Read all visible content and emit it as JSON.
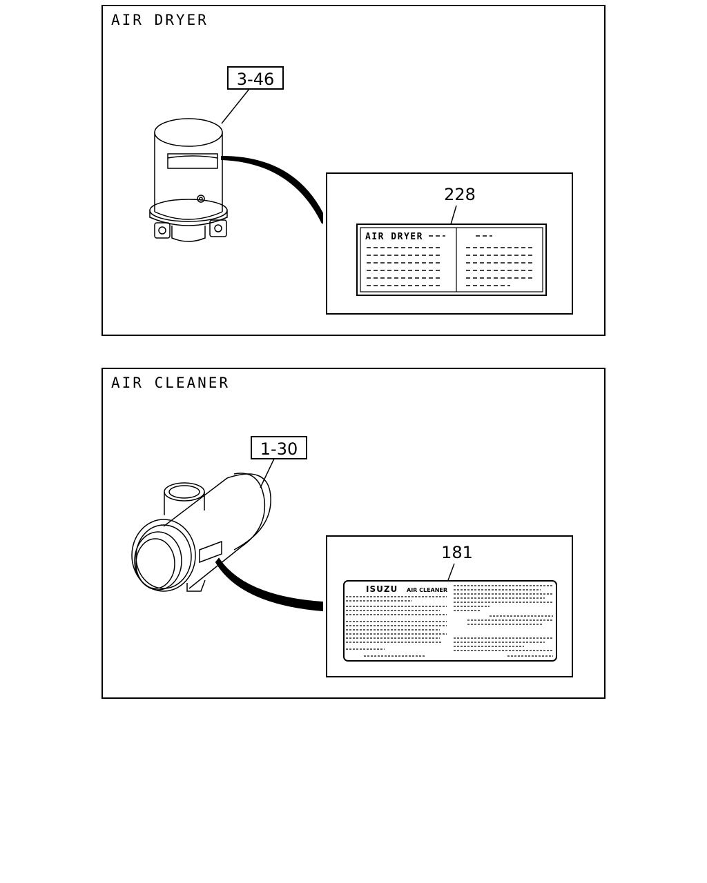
{
  "panels": [
    {
      "title": "AIR DRYER",
      "part_ref": "3-46",
      "label_number": "228",
      "label_heading": "AIR DRYER"
    },
    {
      "title": "AIR CLEANER",
      "part_ref": "1-30",
      "label_number": "181",
      "label_brand": "ISUZU",
      "label_heading": "AIR CLEANER"
    }
  ]
}
